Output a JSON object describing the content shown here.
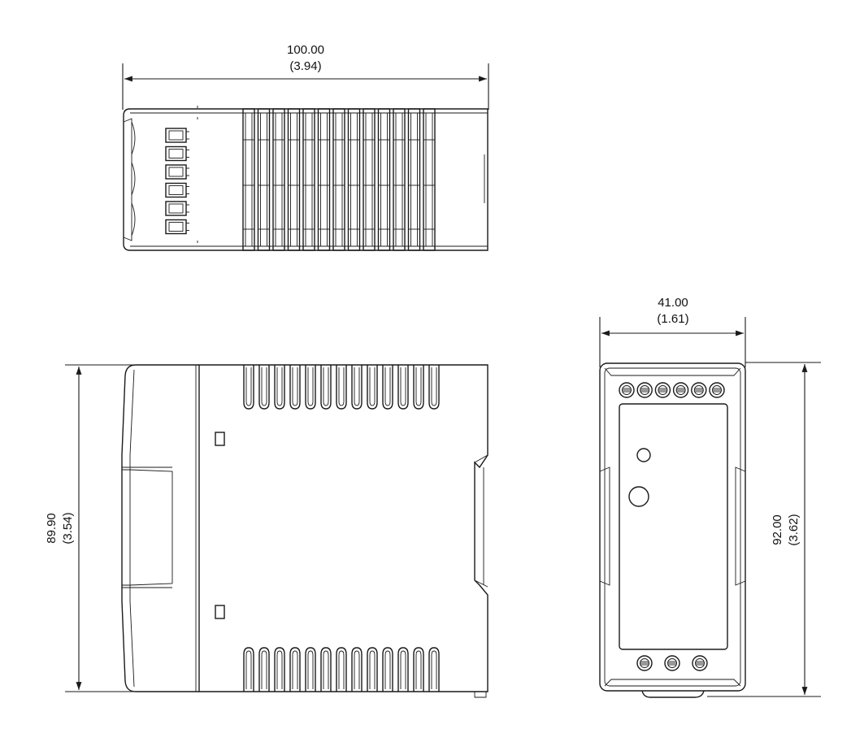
{
  "dimensions": {
    "top_width": {
      "mm": "100.00",
      "inch": "(3.94)"
    },
    "side_height": {
      "mm": "89.90",
      "inch": "(3.54)"
    },
    "front_width": {
      "mm": "41.00",
      "inch": "(1.61)"
    },
    "front_height": {
      "mm": "92.00",
      "inch": "(3.62)"
    }
  },
  "views": {
    "top_view": {
      "terminal_count": 6,
      "fin_count": 13
    },
    "side_view": {
      "fin_count_top": 13,
      "fin_count_bottom": 13
    },
    "front_view": {
      "terminals_top": 6,
      "terminals_bottom": 3
    }
  },
  "colors": {
    "line": "#1a1a1a",
    "background": "#ffffff"
  }
}
